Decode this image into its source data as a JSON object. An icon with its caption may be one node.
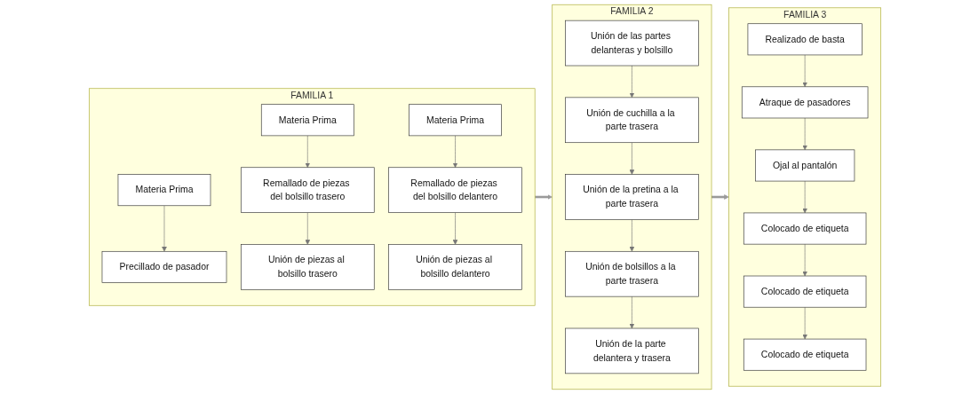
{
  "diagram": {
    "nodes": [
      {
        "text": [
          "FAMILIA 1"
        ]
      },
      {
        "text": [
          "Materia Prima"
        ],
        "in": 0
      },
      {
        "text": [
          "Precillado de pasador"
        ],
        "in": 0
      },
      {
        "text": [
          "Materia Prima"
        ],
        "in": 0
      },
      {
        "text": [
          "Remallado de piezas del bolsillo trasero"
        ],
        "in": 0
      },
      {
        "text": [
          "Unión de piezas al bolsillo trasero"
        ],
        "in": 0
      },
      {
        "text": [
          "Materia Prima"
        ],
        "in": 0
      },
      {
        "text": [
          "Remallado de piezas del bolsillo delantero"
        ],
        "in": 0
      },
      {
        "text": [
          "Unión de piezas al bolsillo delantero"
        ],
        "in": 0
      },
      {
        "text": [
          "FAMILIA 2"
        ]
      },
      {
        "text": [
          "Unión de las partes delanteras y bolsillo"
        ],
        "in": 9
      },
      {
        "text": [
          "Unión de cuchilla a la parte trasera"
        ],
        "in": 9
      },
      {
        "text": [
          "Unión de la pretina a la parte trasera"
        ],
        "in": 9
      },
      {
        "text": [
          "Unión de bolsillos a la parte trasera"
        ],
        "in": 9
      },
      {
        "text": [
          "Unión de la parte delantera y trasera"
        ],
        "in": 9
      },
      {
        "text": [
          "FAMILIA 3"
        ]
      },
      {
        "text": [
          "Realizado de basta"
        ],
        "in": 15
      },
      {
        "text": [
          "Atraque de pasadores"
        ],
        "in": 15
      },
      {
        "text": [
          "Ojal al pantalón"
        ],
        "in": 15
      },
      {
        "text": [
          "Colocado de etiqueta"
        ],
        "in": 15
      },
      {
        "text": [
          "Colocado de etiqueta"
        ],
        "in": 15
      },
      {
        "text": [
          "Colocado de etiqueta"
        ],
        "in": 15
      }
    ],
    "edges": [
      {
        "from": 1,
        "to": 2,
        "arrow": "to"
      },
      {
        "from": 3,
        "to": 4,
        "arrow": "to"
      },
      {
        "from": 4,
        "to": 5,
        "arrow": "to"
      },
      {
        "from": 6,
        "to": 7,
        "arrow": "to"
      },
      {
        "from": 7,
        "to": 8,
        "arrow": "to"
      },
      {
        "from": 0,
        "to": 9,
        "arrow": "to",
        "style": "thick"
      },
      {
        "from": 10,
        "to": 11,
        "arrow": "to"
      },
      {
        "from": 11,
        "to": 12,
        "arrow": "to"
      },
      {
        "from": 12,
        "to": 13,
        "arrow": "to"
      },
      {
        "from": 13,
        "to": 14,
        "arrow": "to"
      },
      {
        "from": 9,
        "to": 15,
        "arrow": "to",
        "style": "thick"
      },
      {
        "from": 16,
        "to": 17,
        "arrow": "to"
      },
      {
        "from": 17,
        "to": 18,
        "arrow": "to"
      },
      {
        "from": 18,
        "to": 19,
        "arrow": "to"
      },
      {
        "from": 19,
        "to": 20,
        "arrow": "to"
      },
      {
        "from": 20,
        "to": 21,
        "arrow": "to"
      }
    ]
  }
}
